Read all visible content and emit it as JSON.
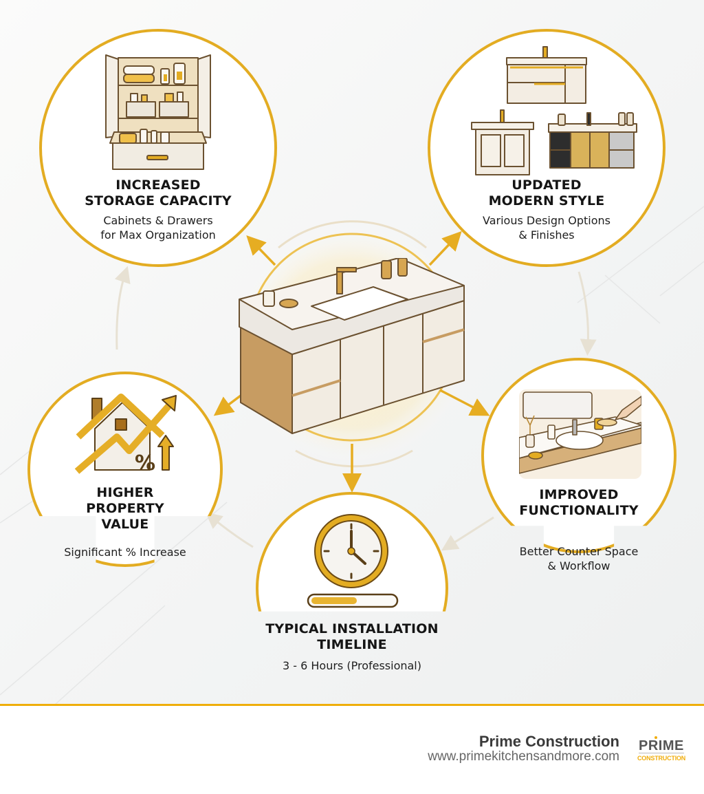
{
  "benefits": [
    {
      "id": "storage",
      "title_line1": "INCREASED",
      "title_line2": "STORAGE CAPACITY",
      "desc_line1": "Cabinets & Drawers",
      "desc_line2": "for Max Organization",
      "icon": "open-cabinet-with-organizers-icon"
    },
    {
      "id": "style",
      "title_line1": "UPDATED",
      "title_line2": "MODERN STYLE",
      "desc_line1": "Various Design Options",
      "desc_line2": "& Finishes",
      "icon": "vanity-style-options-icon"
    },
    {
      "id": "value",
      "title_line1": "HIGHER",
      "title_line2": "PROPERTY",
      "title_line3": "VALUE",
      "desc_line1": "Significant % Increase",
      "icon": "house-rising-value-icon"
    },
    {
      "id": "functionality",
      "title_line1": "IMPROVED",
      "title_line2": "FUNCTIONALITY",
      "desc_line1": "Better Counter Space",
      "desc_line2": "& Workflow",
      "icon": "countertop-sink-icon"
    },
    {
      "id": "timeline",
      "title_line1": "TYPICAL INSTALLATION",
      "title_line2": "TIMELINE",
      "desc_line1": "3 - 6 Hours (Professional)",
      "icon": "clock-progress-icon",
      "progress_percent": 55
    }
  ],
  "center": {
    "icon": "floating-bathroom-vanity-icon"
  },
  "colors": {
    "accent_gold": "#e3ac22",
    "footer_rule": "#efae0a",
    "text_dark": "#151515",
    "footer_company": "#3a3a3a",
    "footer_url": "#666666"
  },
  "footer": {
    "company": "Prime Construction",
    "url": "www.primekitchensandmore.com",
    "logo_word": "PRIME",
    "logo_sub": "CONSTRUCTION"
  }
}
